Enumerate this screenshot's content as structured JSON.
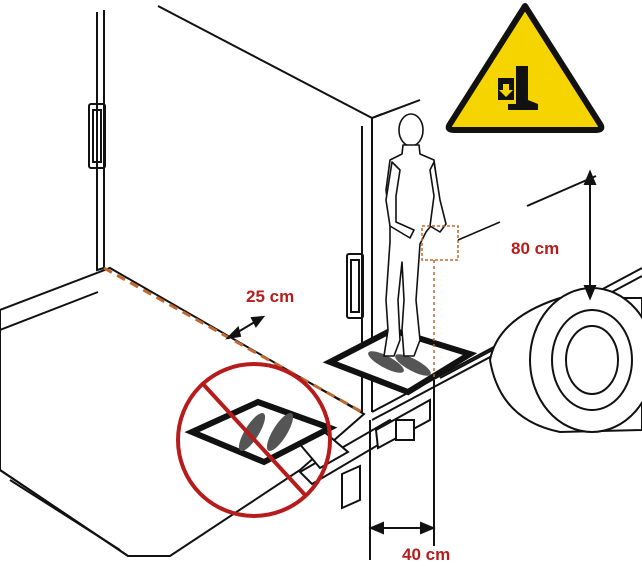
{
  "labels": {
    "gap": "25 cm",
    "height": "80 cm",
    "width": "40 cm"
  },
  "icons": {
    "warning": "crushing-hazard-warning-icon",
    "prohibition": "no-standing-prohibition-icon"
  },
  "colors": {
    "warning_yellow": "#f5d400",
    "prohibition_red": "#b71c1c",
    "dimension_text": "#b71c1c",
    "dashed_line": "#c0692f",
    "line": "#111111"
  }
}
